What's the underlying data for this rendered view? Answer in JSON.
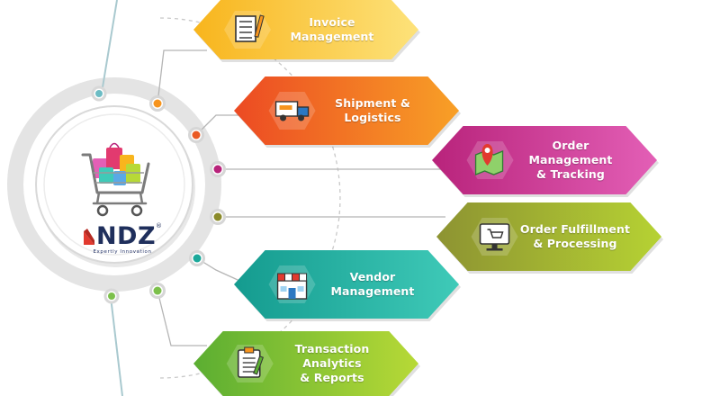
{
  "brand": {
    "name": "NDZ",
    "trademark": "®",
    "tagline": "Expertly Innovation",
    "colors": {
      "navy": "#1f2f5c",
      "red": "#e23a2f"
    }
  },
  "center": {
    "icon": "shopping-cart-with-bags-icon"
  },
  "modules": [
    {
      "id": "invoice-management",
      "lines": [
        "Invoice Management"
      ],
      "icon": "invoice-document-icon",
      "colors": [
        "#f8b51d",
        "#fde27a"
      ],
      "dot": "#f7941d"
    },
    {
      "id": "shipment-logistics",
      "lines": [
        "Shipment & Logistics"
      ],
      "icon": "delivery-truck-icon",
      "colors": [
        "#ec4a23",
        "#f8a026"
      ],
      "dot": "#ea5a24"
    },
    {
      "id": "order-management-tracking",
      "lines": [
        "Order Management",
        "& Tracking"
      ],
      "icon": "map-location-pin-icon",
      "colors": [
        "#b8237b",
        "#e35fb6"
      ],
      "dot": "#b8237b"
    },
    {
      "id": "order-fulfillment-processing",
      "lines": [
        "Order Fulfillment",
        "& Processing"
      ],
      "icon": "monitor-cart-icon",
      "colors": [
        "#8d9332",
        "#b6d233"
      ],
      "dot": "#8a8a2a"
    },
    {
      "id": "vendor-management",
      "lines": [
        "Vendor Management"
      ],
      "icon": "storefront-icon",
      "colors": [
        "#149b8f",
        "#3fcab8"
      ],
      "dot": "#1aa89a"
    },
    {
      "id": "transaction-analytics-reports",
      "lines": [
        "Transaction Analytics",
        "& Reports"
      ],
      "icon": "report-clipboard-icon",
      "colors": [
        "#5bae32",
        "#b7d936"
      ],
      "dot": "#7cc04b"
    }
  ]
}
